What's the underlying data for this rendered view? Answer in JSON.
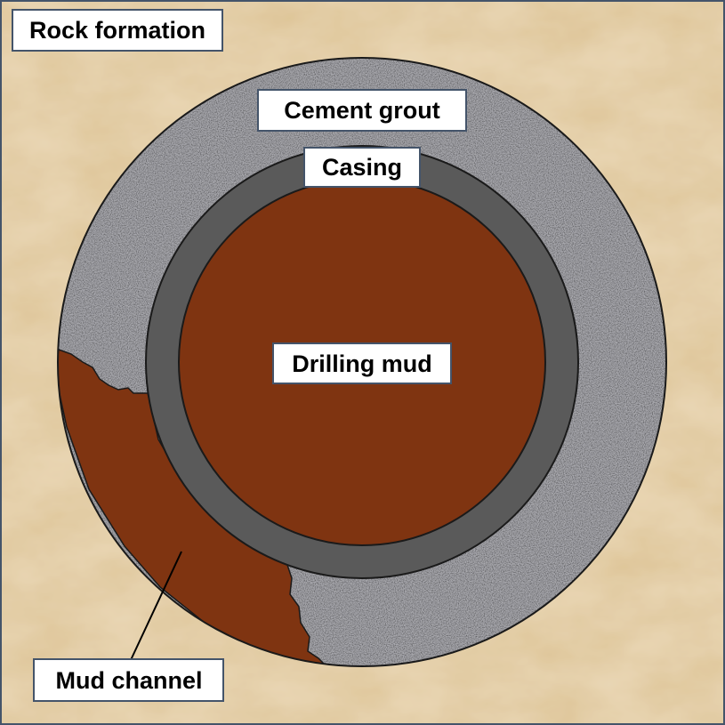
{
  "diagram": {
    "labels": {
      "rock_formation": "Rock formation",
      "cement_grout": "Cement grout",
      "casing": "Casing",
      "drilling_mud": "Drilling mud",
      "mud_channel": "Mud channel"
    },
    "colors": {
      "rock_formation": "#e8d3ab",
      "cement_grout": "#a9a9ae",
      "casing": "#5a5a5a",
      "drilling_mud": "#7f3411",
      "mud_channel": "#7f3411",
      "outline": "#1a1a1a",
      "label_background": "#ffffff",
      "frame_border": "#44546a"
    }
  }
}
